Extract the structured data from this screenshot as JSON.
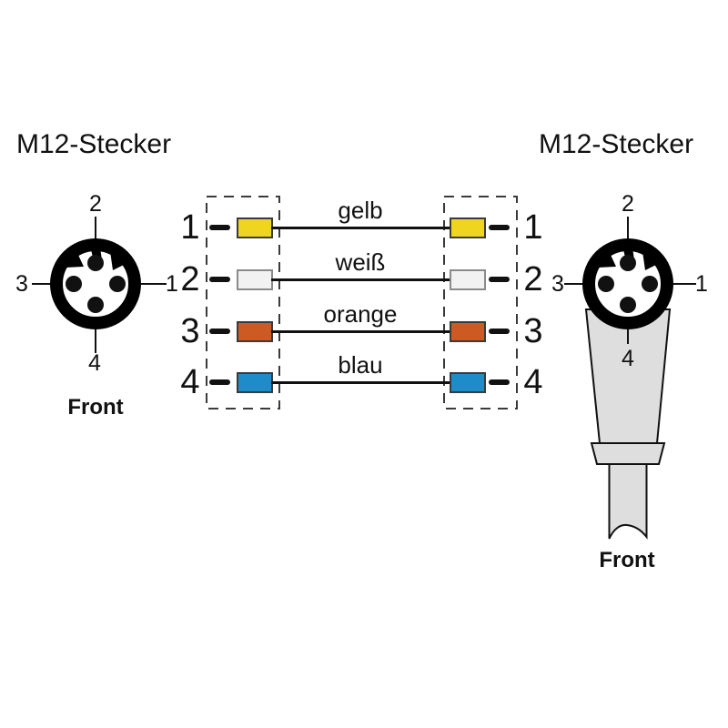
{
  "diagram": {
    "left_connector": {
      "title": "M12-Stecker",
      "front_label": "Front",
      "pin_top": "2",
      "pin_left": "3",
      "pin_right": "1",
      "pin_bottom": "4"
    },
    "right_connector": {
      "title": "M12-Stecker",
      "front_label": "Front",
      "pin_top": "2",
      "pin_left": "3",
      "pin_right": "1",
      "pin_bottom": "4"
    },
    "wiring": {
      "rows": [
        {
          "pin_left": "1",
          "wire_label": "gelb",
          "wire_hex": "#f0d51e",
          "border_hex": "#3a3a3a",
          "pin_right": "1"
        },
        {
          "pin_left": "2",
          "wire_label": "weiß",
          "wire_hex": "#f2f2f2",
          "border_hex": "#8a8a8a",
          "pin_right": "2"
        },
        {
          "pin_left": "3",
          "wire_label": "orange",
          "wire_hex": "#cd5a23",
          "border_hex": "#3a3a3a",
          "pin_right": "3"
        },
        {
          "pin_left": "4",
          "wire_label": "blau",
          "wire_hex": "#1e8cc8",
          "border_hex": "#3a3a3a",
          "pin_right": "4"
        }
      ]
    },
    "colors": {
      "connector_body": "#dedede",
      "outline": "#111111",
      "ring_black": "#000000"
    }
  }
}
